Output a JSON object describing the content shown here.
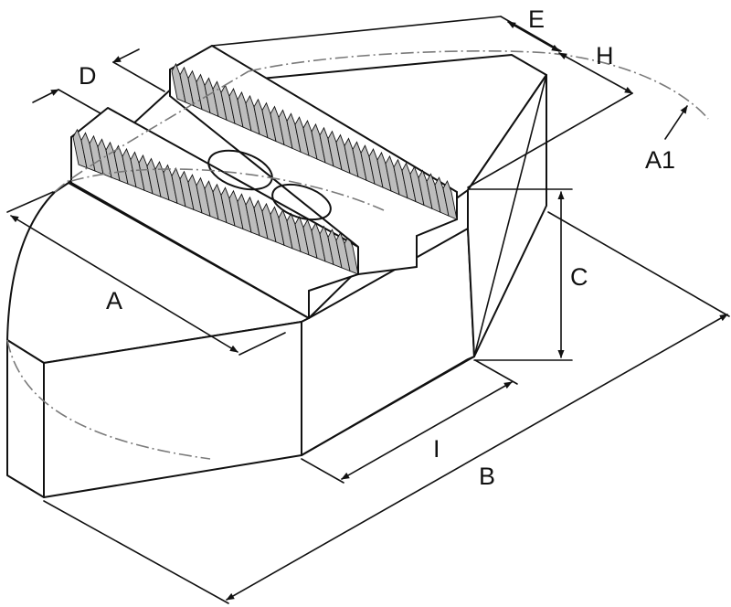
{
  "figure": {
    "labels": {
      "A": "A",
      "B": "B",
      "C": "C",
      "D": "D",
      "E": "E",
      "H": "H",
      "I": "I",
      "A1": "A1"
    }
  }
}
